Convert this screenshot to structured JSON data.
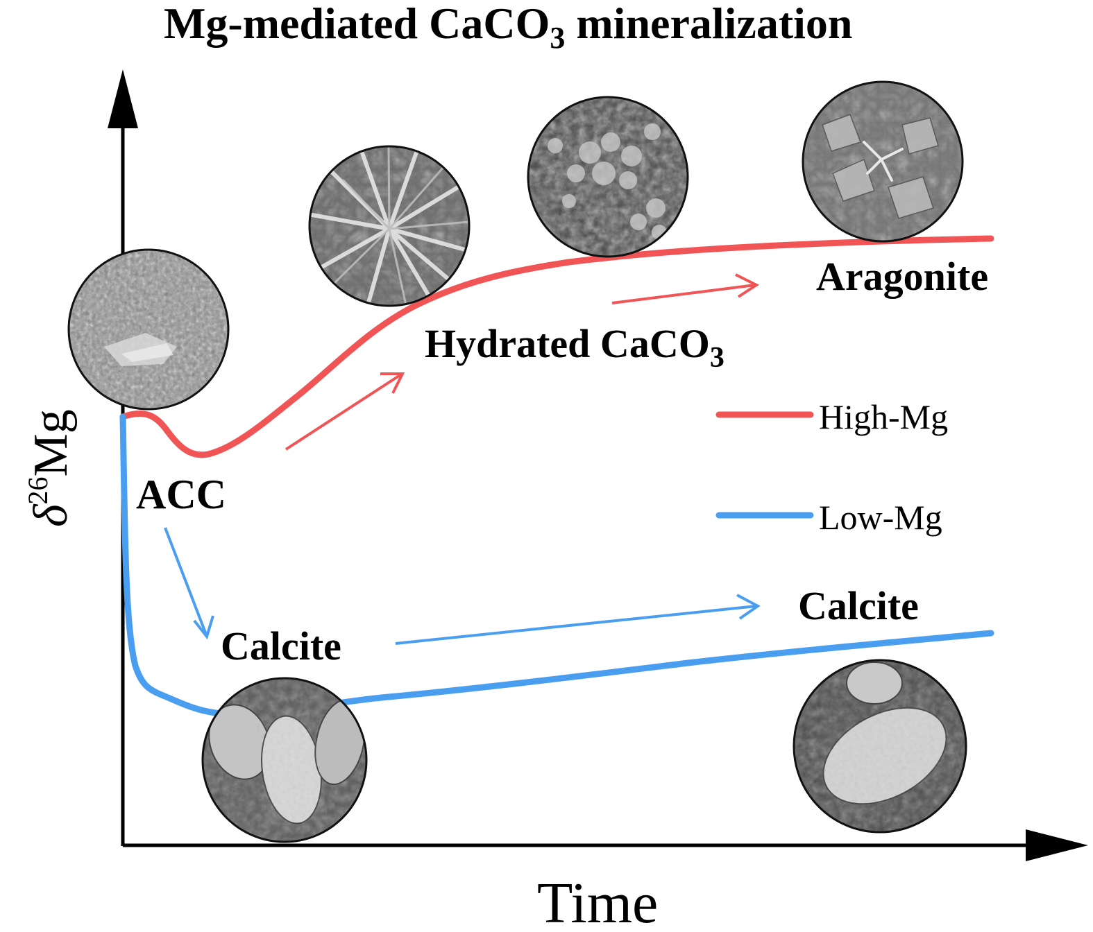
{
  "title": {
    "main": "Mg-mediated CaCO",
    "sub": "3",
    "tail": " mineralization"
  },
  "axes": {
    "y_label_symbol": "δ",
    "y_label_superscript": "26",
    "y_label_text": "Mg",
    "x_label": "Time"
  },
  "stage_labels": {
    "acc": "ACC",
    "hydrated_main": "Hydrated CaCO",
    "hydrated_sub": "3",
    "aragonite": "Aragonite",
    "calcite_early": "Calcite",
    "calcite_late": "Calcite"
  },
  "legend": {
    "high_mg": "High-Mg",
    "low_mg": "Low-Mg"
  },
  "colors": {
    "high_mg": "#f05454",
    "low_mg": "#4a9ef0",
    "axis": "#000000"
  },
  "micrographs": [
    {
      "name": "micrograph-acc",
      "texture": "granular"
    },
    {
      "name": "micrograph-hydrated",
      "texture": "needle-spherulite"
    },
    {
      "name": "micrograph-transition",
      "texture": "botryoidal"
    },
    {
      "name": "micrograph-aragonite",
      "texture": "blocky"
    },
    {
      "name": "micrograph-calcite-early",
      "texture": "ovoid"
    },
    {
      "name": "micrograph-calcite-late",
      "texture": "ovoid"
    }
  ]
}
